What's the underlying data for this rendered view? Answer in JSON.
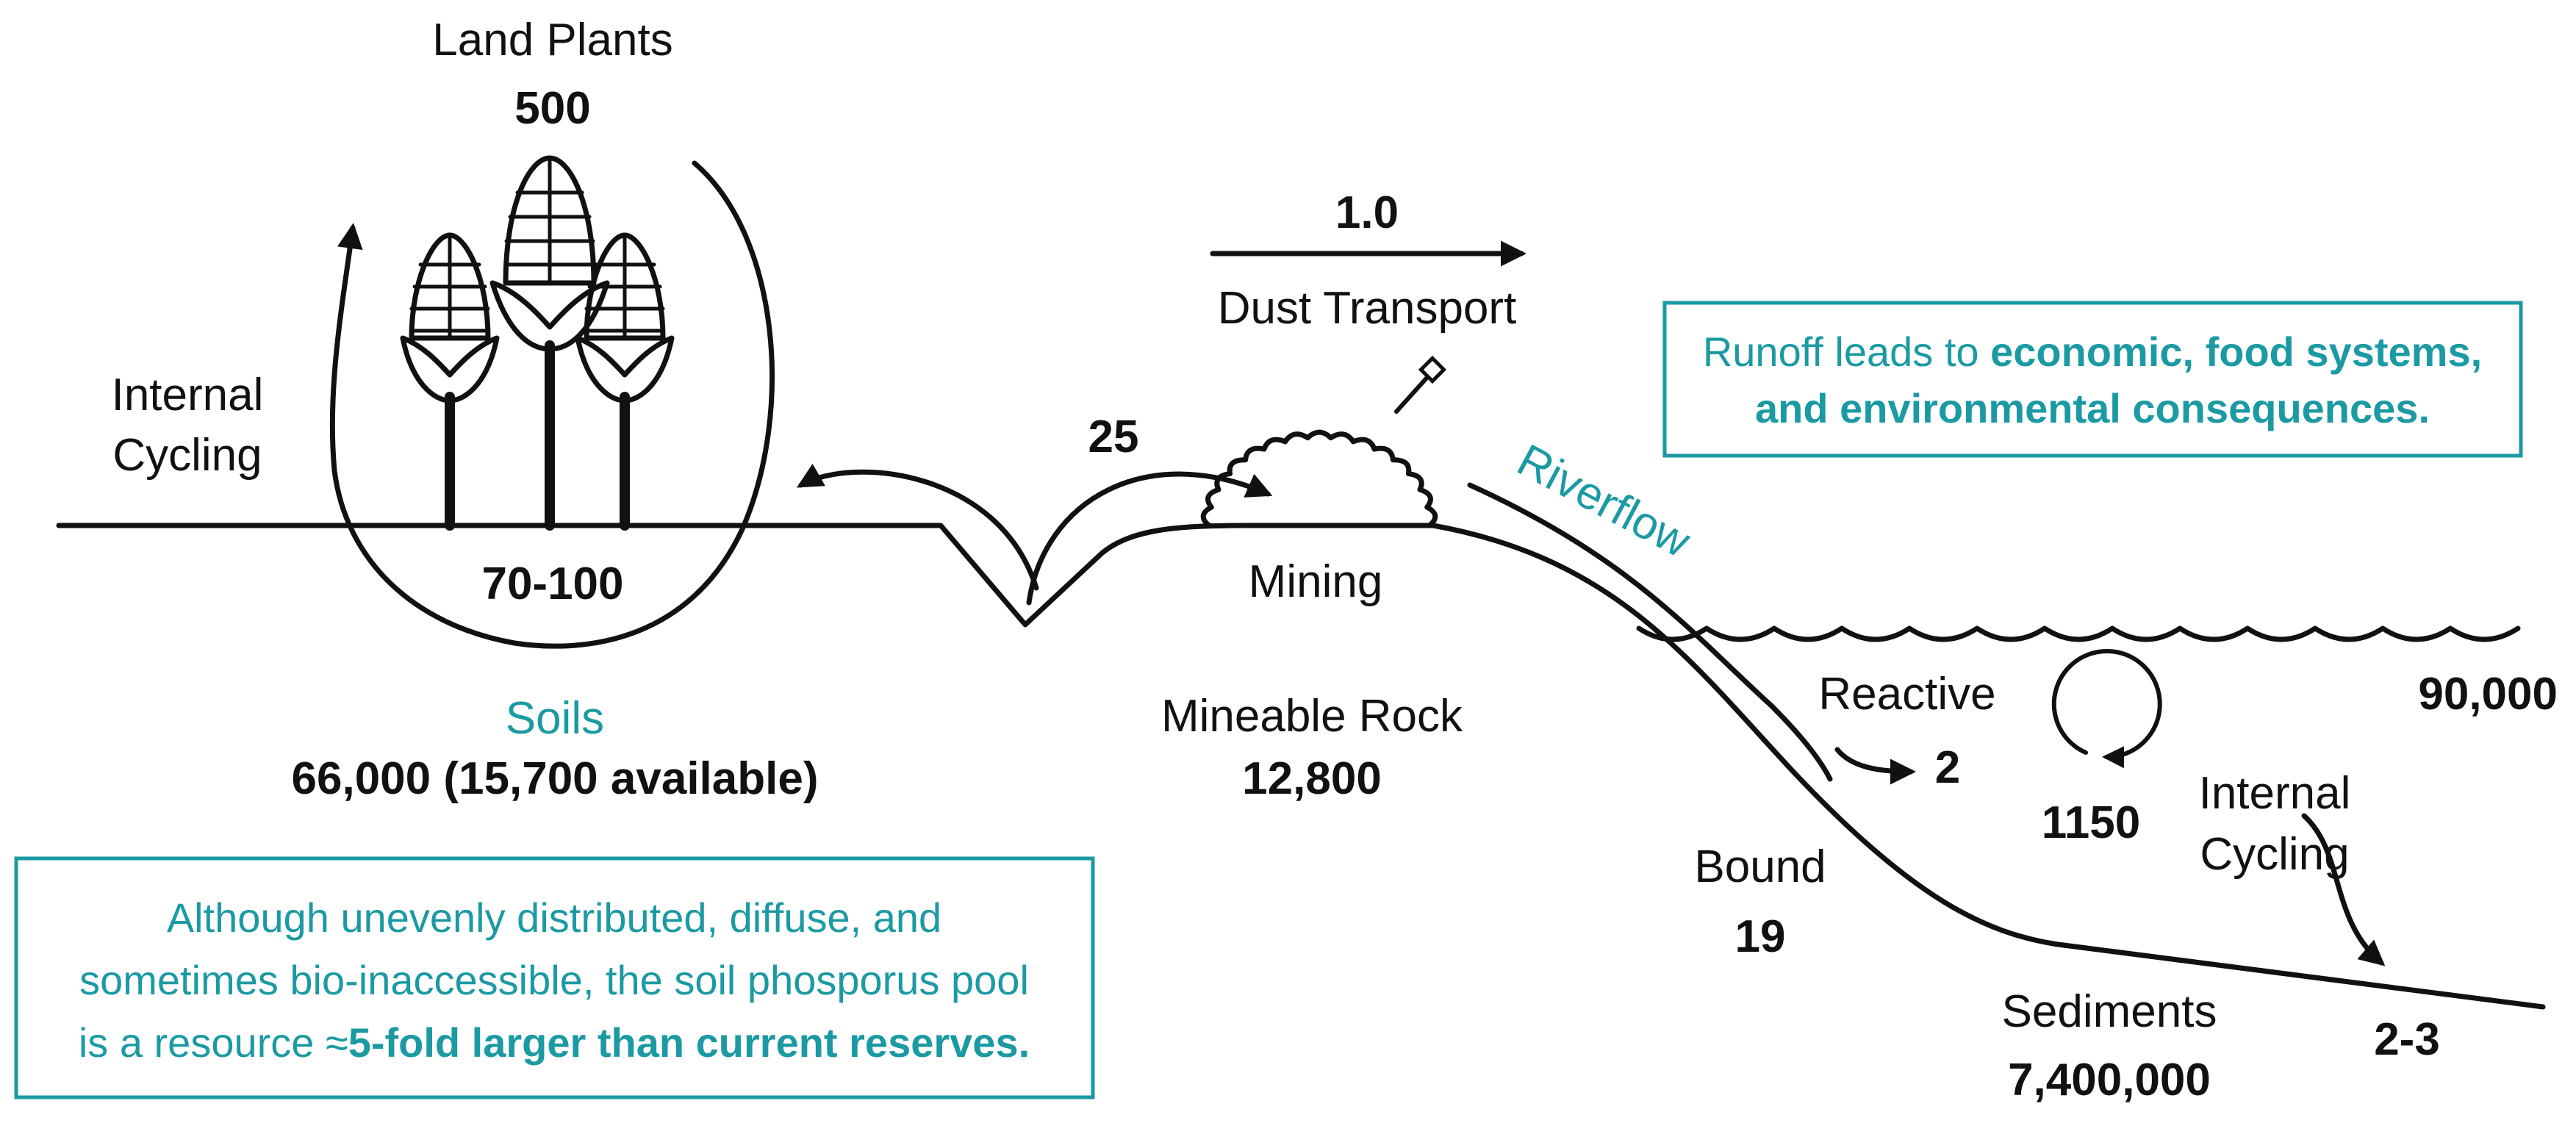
{
  "land_plants": {
    "label": "Land Plants",
    "value": "500"
  },
  "internal_cycling_land": {
    "line1": "Internal",
    "line2": "Cycling"
  },
  "soil_flux": "70-100",
  "soils": {
    "label": "Soils",
    "value": "66,000 (15,700 available)"
  },
  "mining_flux": "25",
  "dust": {
    "value": "1.0",
    "label": "Dust Transport"
  },
  "mining": {
    "label": "Mining"
  },
  "mineable_rock": {
    "label": "Mineable Rock",
    "value": "12,800"
  },
  "riverflow": {
    "label": "Riverflow"
  },
  "reactive": {
    "label": "Reactive",
    "value": "2"
  },
  "bound": {
    "label": "Bound",
    "value": "19"
  },
  "ocean": {
    "value": "90,000"
  },
  "ocean_cycling": {
    "value": "1150",
    "line1": "Internal",
    "line2": "Cycling"
  },
  "sediments": {
    "label": "Sediments",
    "value": "7,400,000",
    "flux": "2-3"
  },
  "callout_runoff": {
    "text_plain": "Runoff leads to ",
    "text_bold_1": "economic, food systems,",
    "text_bold_2": "and environmental consequences."
  },
  "callout_soil": {
    "line1": "Although unevenly distributed, diffuse, and",
    "line2": "sometimes bio-inaccessible, the soil phosporus pool",
    "line3_plain": "is a resource ≈",
    "line3_bold": "5-fold larger than current reserves."
  },
  "colors": {
    "accent": "#1b9aa3",
    "ink": "#111111"
  }
}
